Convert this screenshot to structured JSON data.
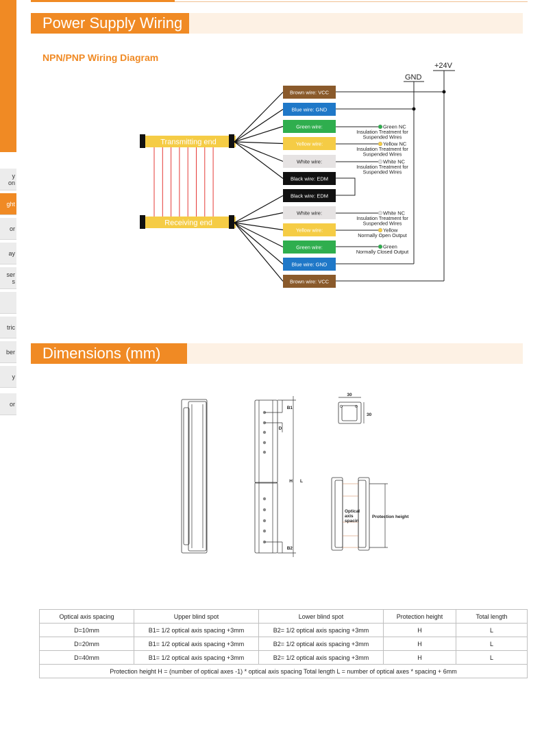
{
  "sidebar": {
    "items": [
      {
        "label": "y\non",
        "active": false
      },
      {
        "label": "ght",
        "active": true
      },
      {
        "label": "or",
        "active": false
      },
      {
        "label": "ay",
        "active": false
      },
      {
        "label": "ser\ns",
        "active": false
      },
      {
        "label": "",
        "active": false
      },
      {
        "label": "tric",
        "active": false
      },
      {
        "label": "ber",
        "active": false
      },
      {
        "label": "y",
        "active": false
      },
      {
        "label": "or",
        "active": false
      }
    ]
  },
  "section1": {
    "title": "Power Supply Wiring",
    "subtitle": "NPN/PNP Wiring Diagram"
  },
  "wiring": {
    "v24_label": "+24V",
    "gnd_label": "GND",
    "transmitting_label": "Transmitting end",
    "receiving_label": "Receiving end",
    "tx_wires": [
      {
        "label": "Brown wire: VCC",
        "color": "#8a5a2b",
        "text_color": "#ffffff"
      },
      {
        "label": "Blue wire: GND",
        "color": "#1f78c8",
        "text_color": "#ffffff"
      },
      {
        "label": "Green wire:",
        "color": "#2fae4e",
        "text_color": "#ffffff"
      },
      {
        "label": "Yellow wire:",
        "color": "#f5cc45",
        "text_color": "#ffffff"
      },
      {
        "label": "White wire:",
        "color": "#e6e3e3",
        "text_color": "#222222"
      },
      {
        "label": "Black wire: EDM",
        "color": "#111111",
        "text_color": "#ffffff"
      }
    ],
    "rx_wires": [
      {
        "label": "Black wire: EDM",
        "color": "#111111",
        "text_color": "#ffffff"
      },
      {
        "label": "White wire:",
        "color": "#e6e3e3",
        "text_color": "#222222"
      },
      {
        "label": "Yellow wire:",
        "color": "#f5cc45",
        "text_color": "#ffffff"
      },
      {
        "label": "Green wire:",
        "color": "#2fae4e",
        "text_color": "#ffffff"
      },
      {
        "label": "Blue wire: GND",
        "color": "#1f78c8",
        "text_color": "#ffffff"
      },
      {
        "label": "Brown wire: VCC",
        "color": "#8a5a2b",
        "text_color": "#ffffff"
      }
    ],
    "tx_notes": [
      {
        "head": "Green NC",
        "body": [
          "Insulation Treatment for",
          "Suspended Wires"
        ],
        "dot": "#2fae4e"
      },
      {
        "head": "Yellow NC",
        "body": [
          "Insulation Treatment for",
          "Suspended Wires"
        ],
        "dot": "#f5cc45"
      },
      {
        "head": "White NC",
        "body": [
          "Insulation Treatment for",
          "Suspended Wires"
        ],
        "dot": "#e0e0e0"
      }
    ],
    "rx_notes": [
      {
        "head": "White NC",
        "body": [
          "Insulation Treatment for",
          "Suspended Wires"
        ],
        "dot": "#e0e0e0"
      },
      {
        "head": "Yellow",
        "body": [
          "Normally Open Output"
        ],
        "dot": "#f5cc45"
      },
      {
        "head": "Green",
        "body": [
          "Normally Closed Output"
        ],
        "dot": "#2fae4e"
      }
    ]
  },
  "section2": {
    "title": "Dimensions (mm)"
  },
  "dimensions": {
    "b1": "B1",
    "b2": "B2",
    "d": "D",
    "h": "H",
    "l": "L",
    "w30a": "30",
    "w30b": "30",
    "optical_axis_label": [
      "Optical",
      "axis",
      "spacin"
    ],
    "protection_label": "Protection height"
  },
  "table": {
    "headers": [
      "Optical axis spacing",
      "Upper blind spot",
      "Lower blind spot",
      "Protection height",
      "Total length"
    ],
    "rows": [
      [
        "D=10mm",
        "B1= 1/2 optical axis spacing  +3mm",
        "B2= 1/2 optical axis spacing  +3mm",
        "H",
        "L"
      ],
      [
        "D=20mm",
        "B1= 1/2 optical axis spacing  +3mm",
        "B2= 1/2 optical axis spacing  +3mm",
        "H",
        "L"
      ],
      [
        "D=40mm",
        "B1= 1/2 optical axis spacing  +3mm",
        "B2= 1/2 optical axis spacing  +3mm",
        "H",
        "L"
      ]
    ],
    "footer": "Protection height H = (number of optical axes -1) * optical axis spacing Total length L = number of optical axes * spacing + 6mm"
  },
  "colors": {
    "accent": "#f08a24",
    "band": "#fdf1e4",
    "bar_yellow": "#f5cc45",
    "beam_red": "#e53935"
  }
}
